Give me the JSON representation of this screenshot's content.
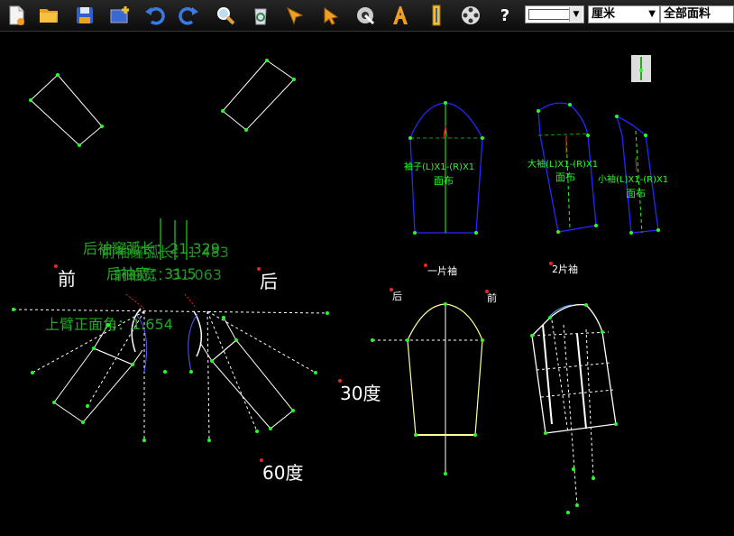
{
  "toolbar": {
    "icons": [
      "new-file-icon",
      "open-folder-icon",
      "save-icon",
      "add-layer-icon",
      "undo-icon",
      "redo-icon",
      "zoom-icon",
      "recycle-icon",
      "select-arrow-icon",
      "pick-arrow-icon",
      "measure-icon",
      "text-icon",
      "ruler-icon",
      "film-reel-icon",
      "help-icon"
    ],
    "help_label": "?",
    "unit": "厘米",
    "fabric": "全部面料"
  },
  "canvas": {
    "labels": {
      "qian_left": "前",
      "hou_right": "后",
      "angle_30": "30度",
      "angle_60": "60度",
      "one_piece_sleeve": "一片袖",
      "two_piece_sleeve": "2片袖",
      "hou_small": "后",
      "qian_small": "前",
      "upper_arm": "上臂正面角：1.654",
      "overlap_1": "后袖窿弧长：21.329",
      "overlap_2": "前袖窿弧长：1.483",
      "overlap_3": "后袖宽：31.5",
      "overlap_4": "前袖宽：31.063"
    },
    "pieces": {
      "sleeve": {
        "name": "袖子(L)X1-(R)X1",
        "fabric": "面布"
      },
      "big_sleeve": {
        "name": "大袖(L)X1-(R)X1",
        "fabric": "面布"
      },
      "small_sleeve": {
        "name": "小袖(L)X1-(R)X1",
        "fabric": "面布"
      }
    }
  }
}
